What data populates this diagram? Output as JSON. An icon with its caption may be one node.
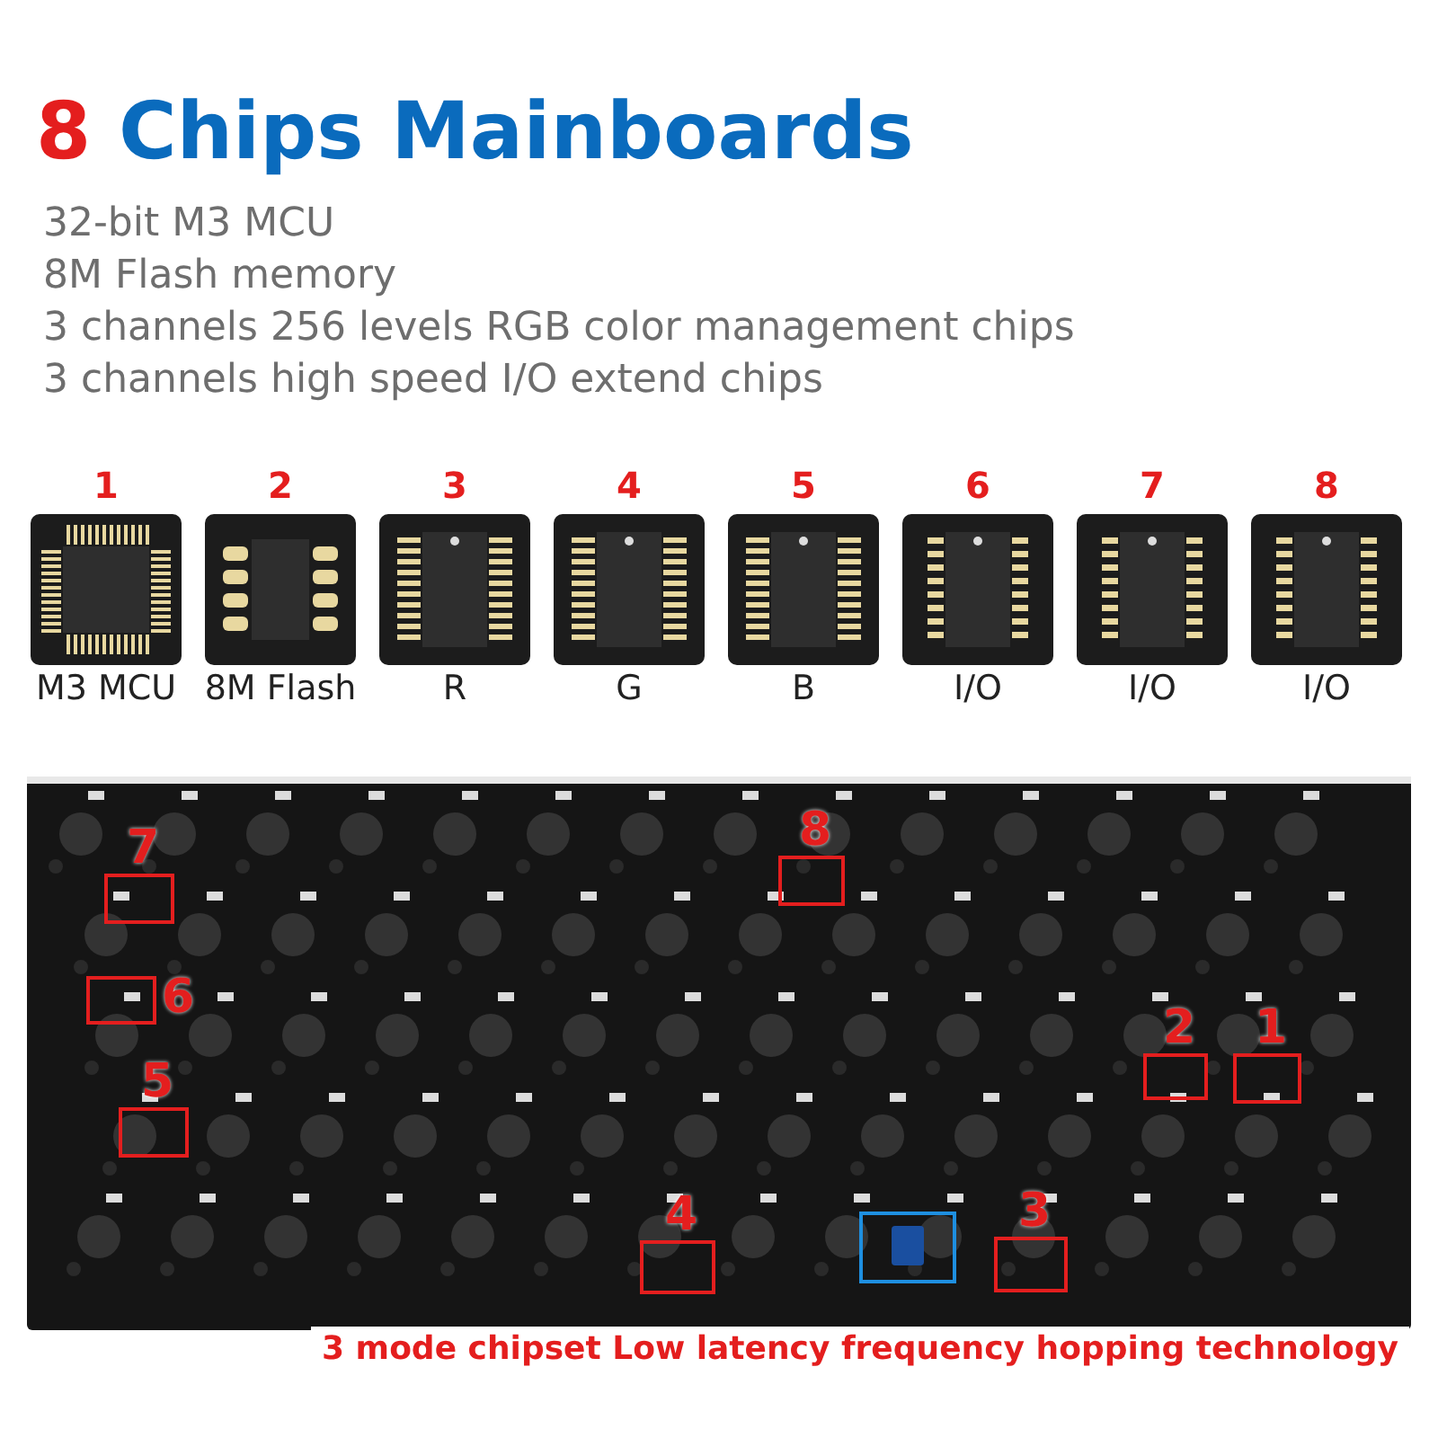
{
  "diagram": {
    "title": "8 Chips Mainboards",
    "caption": "3 mode chipset Low latency frequency hopping technology",
    "labels": [
      "32-bit M3 MCU",
      "8M Flash memory",
      "3 channels 256 levels RGB color management chips",
      "3 channels high speed I/O extend chips"
    ],
    "nodes": [
      {
        "text": [
          "1",
          "M3 MCU"
        ]
      },
      {
        "text": [
          "2",
          "8M Flash"
        ]
      },
      {
        "text": [
          "3",
          "R"
        ]
      },
      {
        "text": [
          "4",
          "G"
        ]
      },
      {
        "text": [
          "5",
          "B"
        ]
      },
      {
        "text": [
          "6",
          "I/O"
        ]
      },
      {
        "text": [
          "7",
          "I/O"
        ]
      },
      {
        "text": [
          "8",
          "I/O"
        ]
      },
      {
        "text": [],
        "shape": "picture"
      },
      {
        "text": [
          "8"
        ],
        "in": 8
      },
      {
        "text": [
          "7"
        ],
        "in": 8
      },
      {
        "text": [
          "6"
        ],
        "in": 8
      },
      {
        "text": [
          "2"
        ],
        "in": 8
      },
      {
        "text": [
          "1"
        ],
        "in": 8
      },
      {
        "text": [
          "5"
        ],
        "in": 8
      },
      {
        "text": [],
        "shape": "box",
        "in": 8
      },
      {
        "text": [
          "4"
        ],
        "in": 8
      },
      {
        "text": [
          "3"
        ],
        "in": 8
      }
    ],
    "edges": []
  }
}
